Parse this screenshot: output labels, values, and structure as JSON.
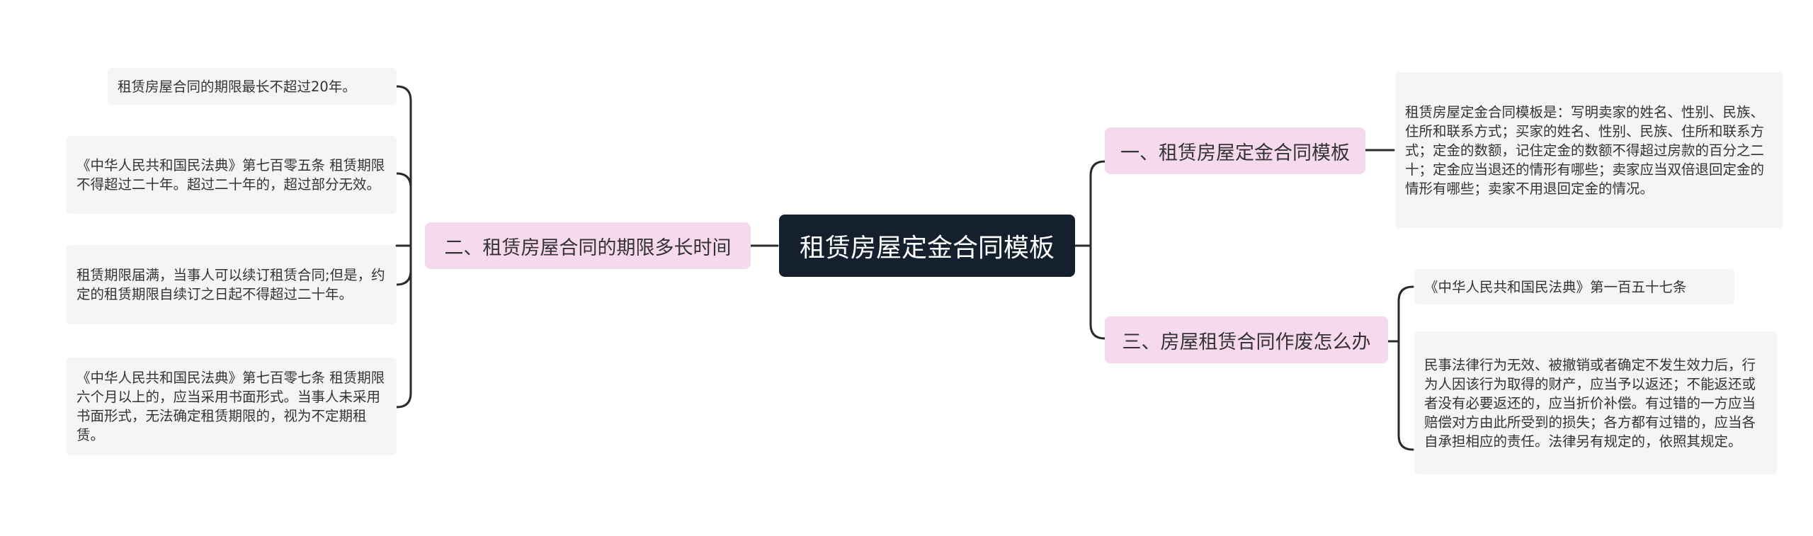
{
  "colors": {
    "root_bg": "#15202e",
    "root_text": "#ffffff",
    "branch_bg": "#f7d9ee",
    "leaf_bg": "#f5f5f5",
    "connector": "#2b2b2b"
  },
  "root": {
    "label": "租赁房屋定金合同模板"
  },
  "branches": {
    "right_top": {
      "label": "一、租赁房屋定金合同模板",
      "children": [
        "租赁房屋定金合同模板是：写明卖家的姓名、性别、民族、住所和联系方式；买家的姓名、性别、民族、住所和联系方式；定金的数额，记住定金的数额不得超过房款的百分之二十；定金应当退还的情形有哪些；卖家应当双倍退回定金的情形有哪些；卖家不用退回定金的情况。"
      ]
    },
    "right_bottom": {
      "label": "三、房屋租赁合同作废怎么办",
      "children": [
        "《中华人民共和国民法典》第一百五十七条",
        "民事法律行为无效、被撤销或者确定不发生效力后，行为人因该行为取得的财产，应当予以返还；不能返还或者没有必要返还的，应当折价补偿。有过错的一方应当赔偿对方由此所受到的损失；各方都有过错的，应当各自承担相应的责任。法律另有规定的，依照其规定。"
      ]
    },
    "left": {
      "label": "二、租赁房屋合同的期限多长时间",
      "children": [
        "租赁房屋合同的期限最长不超过20年。",
        "《中华人民共和国民法典》第七百零五条 租赁期限不得超过二十年。超过二十年的，超过部分无效。",
        "租赁期限届满，当事人可以续订租赁合同;但是，约定的租赁期限自续订之日起不得超过二十年。",
        "《中华人民共和国民法典》第七百零七条 租赁期限六个月以上的，应当采用书面形式。当事人未采用书面形式，无法确定租赁期限的，视为不定期租赁。"
      ]
    }
  }
}
